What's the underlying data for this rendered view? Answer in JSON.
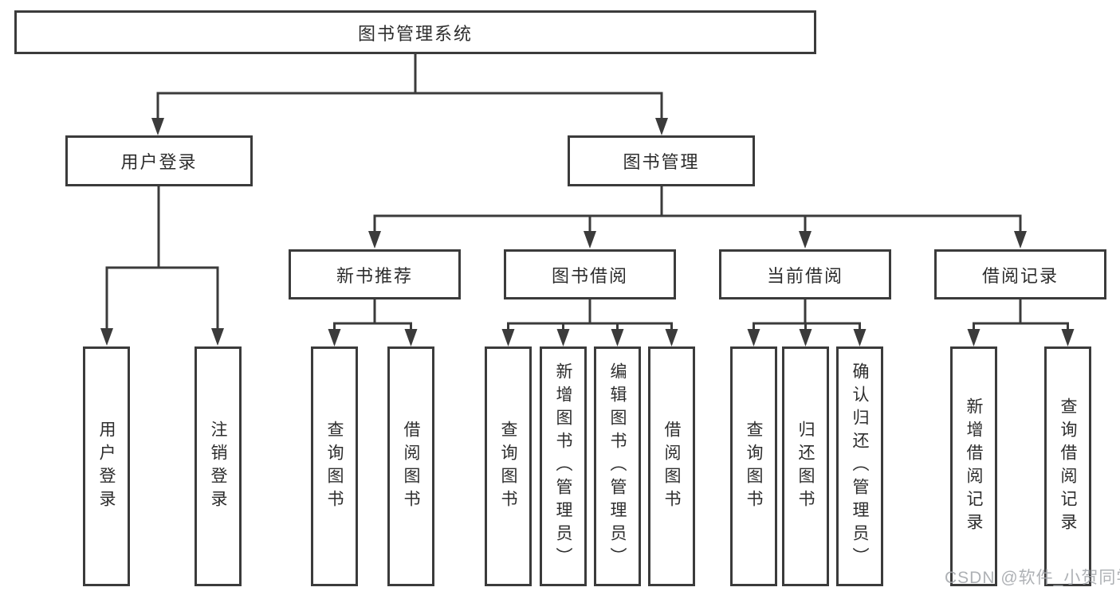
{
  "tree": {
    "root": {
      "label": "图书管理系统"
    },
    "branches": [
      {
        "label": "用户登录",
        "children": [
          {
            "label": "用户登录"
          },
          {
            "label": "注销登录"
          }
        ]
      },
      {
        "label": "图书管理",
        "children": [
          {
            "label": "新书推荐",
            "children": [
              {
                "label": "查询图书"
              },
              {
                "label": "借阅图书"
              }
            ]
          },
          {
            "label": "图书借阅",
            "children": [
              {
                "label": "查询图书"
              },
              {
                "label": "新增图书（管理员）"
              },
              {
                "label": "编辑图书（管理员）"
              },
              {
                "label": "借阅图书"
              }
            ]
          },
          {
            "label": "当前借阅",
            "children": [
              {
                "label": "查询图书"
              },
              {
                "label": "归还图书"
              },
              {
                "label": "确认归还（管理员）"
              }
            ]
          },
          {
            "label": "借阅记录",
            "children": [
              {
                "label": "新增借阅记录"
              },
              {
                "label": "查询借阅记录"
              }
            ]
          }
        ]
      }
    ]
  },
  "watermark": "CSDN @软件_小贺同学",
  "colors": {
    "line": "#3b3b3b",
    "text": "#2d2d2d",
    "watermark": "#a6a9ad"
  }
}
